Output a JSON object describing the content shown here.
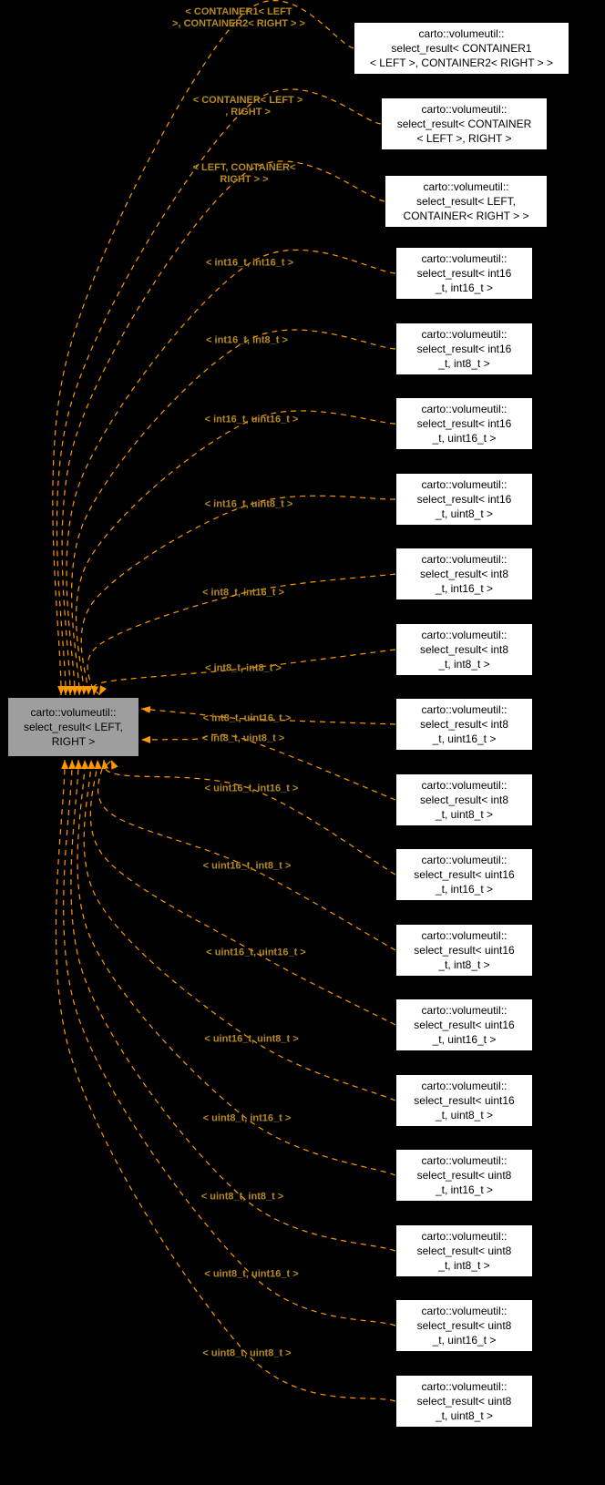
{
  "diagram": {
    "kind": "template-instantiation-graph",
    "colors": {
      "background": "#000000",
      "node_fill": "#ffffff",
      "node_border": "#000000",
      "node_text": "#000000",
      "center_node_fill": "#9e9e9e",
      "edge": "#ff9800",
      "edge_label": "#b68a1f"
    },
    "center_node": {
      "text": "carto::volumeutil::\nselect_result< LEFT,\nRIGHT >"
    },
    "instances": [
      {
        "edge_label": "< CONTAINER1< LEFT\n>, CONTAINER2< RIGHT > >",
        "node_text": "carto::volumeutil::\nselect_result< CONTAINER1\n< LEFT >, CONTAINER2< RIGHT > >"
      },
      {
        "edge_label": "< CONTAINER< LEFT >\n, RIGHT >",
        "node_text": "carto::volumeutil::\nselect_result< CONTAINER\n< LEFT >, RIGHT >"
      },
      {
        "edge_label": "< LEFT, CONTAINER<\nRIGHT > >",
        "node_text": "carto::volumeutil::\nselect_result< LEFT,\nCONTAINER< RIGHT > >"
      },
      {
        "edge_label": "< int16_t, int16_t >",
        "node_text": "carto::volumeutil::\nselect_result< int16\n_t, int16_t >"
      },
      {
        "edge_label": "< int16_t, int8_t >",
        "node_text": "carto::volumeutil::\nselect_result< int16\n_t, int8_t >"
      },
      {
        "edge_label": "< int16_t, uint16_t >",
        "node_text": "carto::volumeutil::\nselect_result< int16\n_t, uint16_t >"
      },
      {
        "edge_label": "< int16_t, uint8_t >",
        "node_text": "carto::volumeutil::\nselect_result< int16\n_t, uint8_t >"
      },
      {
        "edge_label": "< int8_t, int16_t >",
        "node_text": "carto::volumeutil::\nselect_result< int8\n_t, int16_t >"
      },
      {
        "edge_label": "< int8_t, int8_t >",
        "node_text": "carto::volumeutil::\nselect_result< int8\n_t, int8_t >"
      },
      {
        "edge_label": "< int8_t, uint16_t >",
        "node_text": "carto::volumeutil::\nselect_result< int8\n_t, uint16_t >"
      },
      {
        "edge_label": "< int8_t, uint8_t >",
        "node_text": "carto::volumeutil::\nselect_result< int8\n_t, uint8_t >"
      },
      {
        "edge_label": "< uint16_t, int16_t >",
        "node_text": "carto::volumeutil::\nselect_result< uint16\n_t, int16_t >"
      },
      {
        "edge_label": "< uint16_t, int8_t >",
        "node_text": "carto::volumeutil::\nselect_result< uint16\n_t, int8_t >"
      },
      {
        "edge_label": "< uint16_t, uint16_t >",
        "node_text": "carto::volumeutil::\nselect_result< uint16\n_t, uint16_t >"
      },
      {
        "edge_label": "< uint16_t, uint8_t >",
        "node_text": "carto::volumeutil::\nselect_result< uint16\n_t, uint8_t >"
      },
      {
        "edge_label": "< uint8_t, int16_t >",
        "node_text": "carto::volumeutil::\nselect_result< uint8\n_t, int16_t >"
      },
      {
        "edge_label": "< uint8_t, int8_t >",
        "node_text": "carto::volumeutil::\nselect_result< uint8\n_t, int8_t >"
      },
      {
        "edge_label": "< uint8_t, uint16_t >",
        "node_text": "carto::volumeutil::\nselect_result< uint8\n_t, uint16_t >"
      },
      {
        "edge_label": "< uint8_t, uint8_t >",
        "node_text": "carto::volumeutil::\nselect_result< uint8\n_t, uint8_t >"
      }
    ]
  }
}
